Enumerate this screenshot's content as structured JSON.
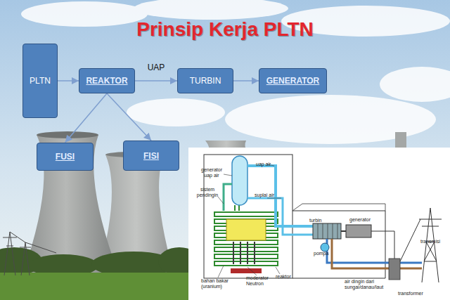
{
  "diagram": {
    "title": "Prinsip Kerja PLTN",
    "nodes": [
      {
        "text": [
          "PLTN"
        ]
      },
      {
        "text": [
          "REAKTOR"
        ]
      },
      {
        "text": [
          "TURBIN"
        ]
      },
      {
        "text": [
          "GENERATOR"
        ]
      },
      {
        "text": [
          "FUSI"
        ]
      },
      {
        "text": [
          "FISI"
        ]
      }
    ],
    "edges": [
      {
        "from": 0,
        "to": 1,
        "arrow": "to"
      },
      {
        "from": 1,
        "to": 2,
        "label": "UAP",
        "arrow": "to"
      },
      {
        "from": 2,
        "to": 3,
        "arrow": "to"
      },
      {
        "from": 1,
        "to": 4,
        "arrow": "to"
      },
      {
        "from": 1,
        "to": 5,
        "arrow": "to"
      }
    ],
    "labels": [
      "generator uap air",
      "uap air",
      "sistem pendingin",
      "suplai air",
      "turbin",
      "generator",
      "transmisi",
      "pompa",
      "bahan bakar (uranium)",
      "moderator Neutron",
      "reaktor",
      "air dingin dari sungai/danau/laut",
      "transformer"
    ]
  }
}
